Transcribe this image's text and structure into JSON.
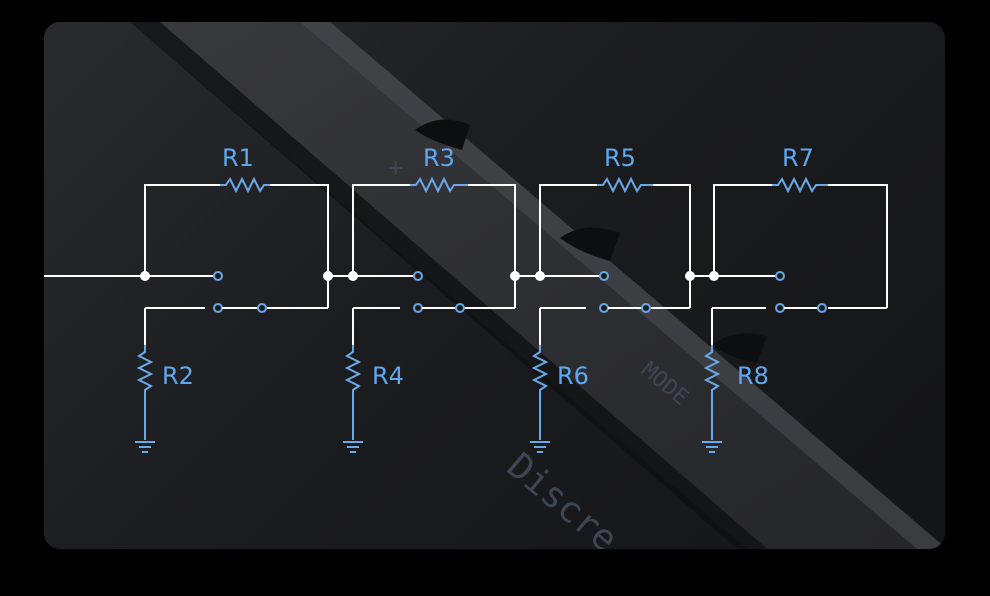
{
  "resistors": [
    {
      "id": "r1",
      "label": "R1"
    },
    {
      "id": "r2",
      "label": "R2"
    },
    {
      "id": "r3",
      "label": "R3"
    },
    {
      "id": "r4",
      "label": "R4"
    },
    {
      "id": "r5",
      "label": "R5"
    },
    {
      "id": "r6",
      "label": "R6"
    },
    {
      "id": "r7",
      "label": "R7"
    },
    {
      "id": "r8",
      "label": "R8"
    }
  ],
  "background": {
    "device_label_mode": "MODE",
    "device_label_brand": "Discre",
    "plus_symbol": "+",
    "accent_color": "#5fa8f0",
    "wire_color": "#ffffff"
  }
}
